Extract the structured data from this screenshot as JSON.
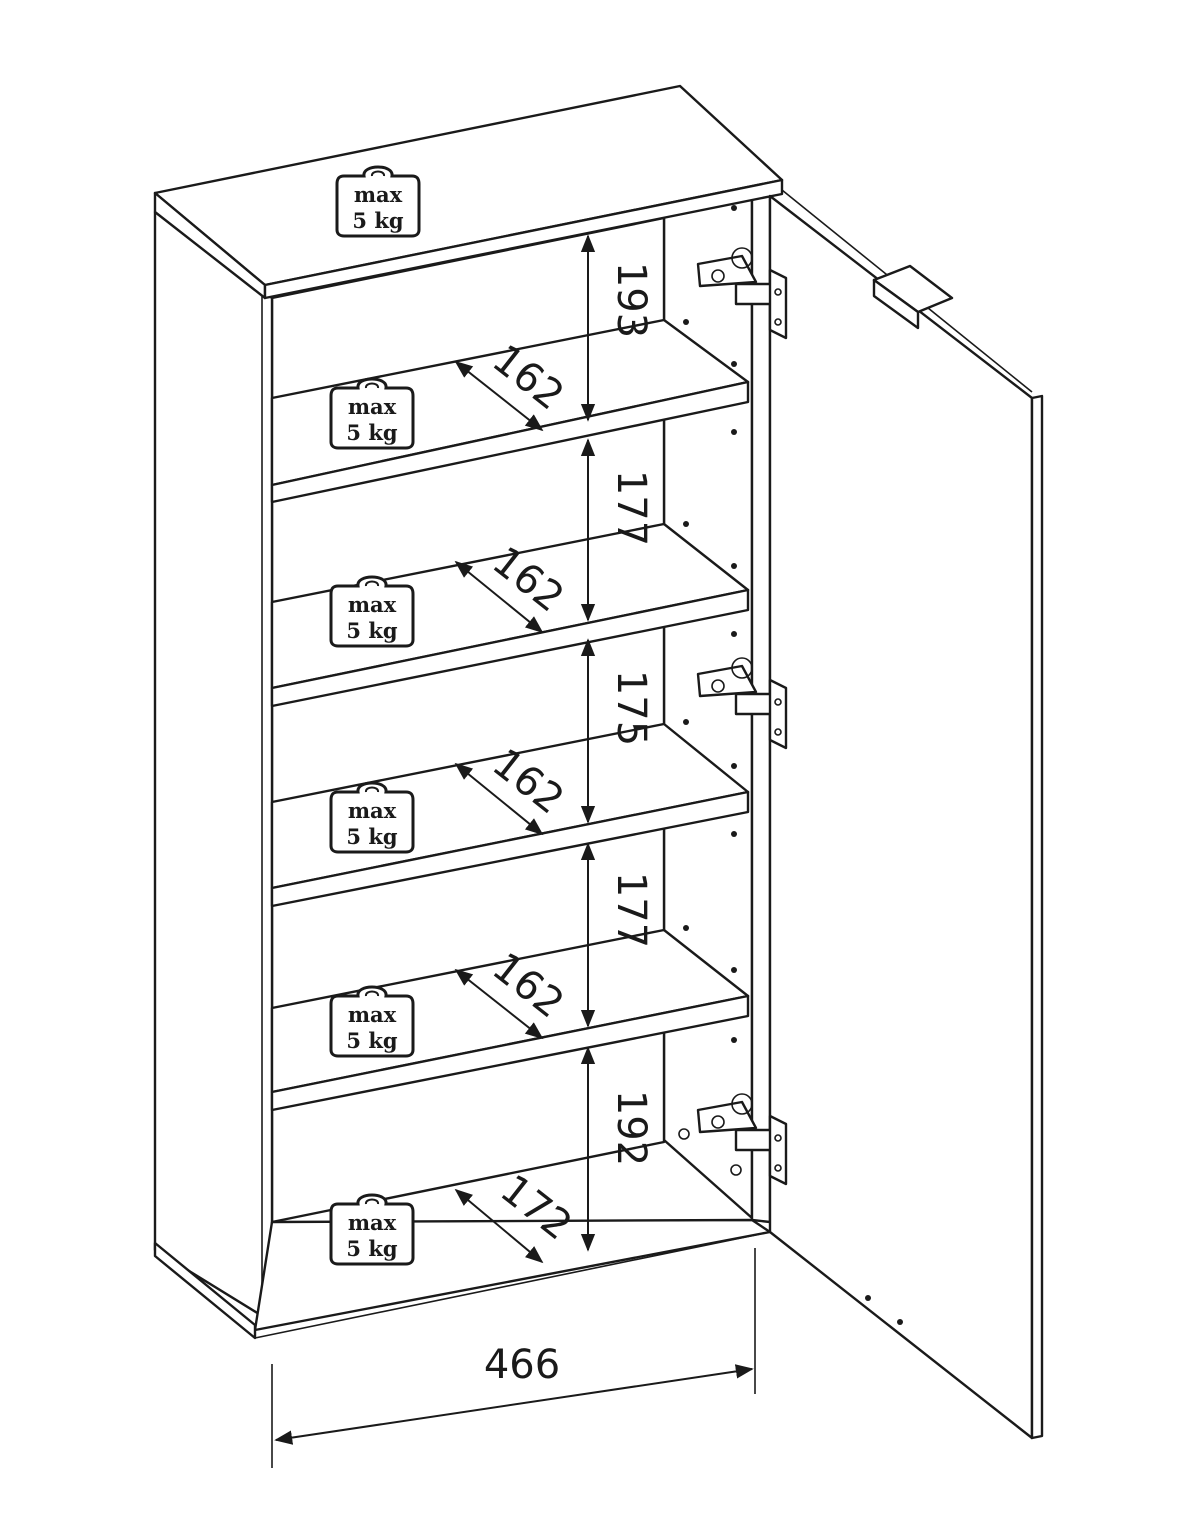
{
  "shelf_load": {
    "line1": "max",
    "line2": "5 kg"
  },
  "dimensions": {
    "shelf_depths": [
      "162",
      "162",
      "162",
      "162",
      "172"
    ],
    "shelf_spacings": [
      "193",
      "177",
      "175",
      "177",
      "192"
    ],
    "width": "466"
  }
}
